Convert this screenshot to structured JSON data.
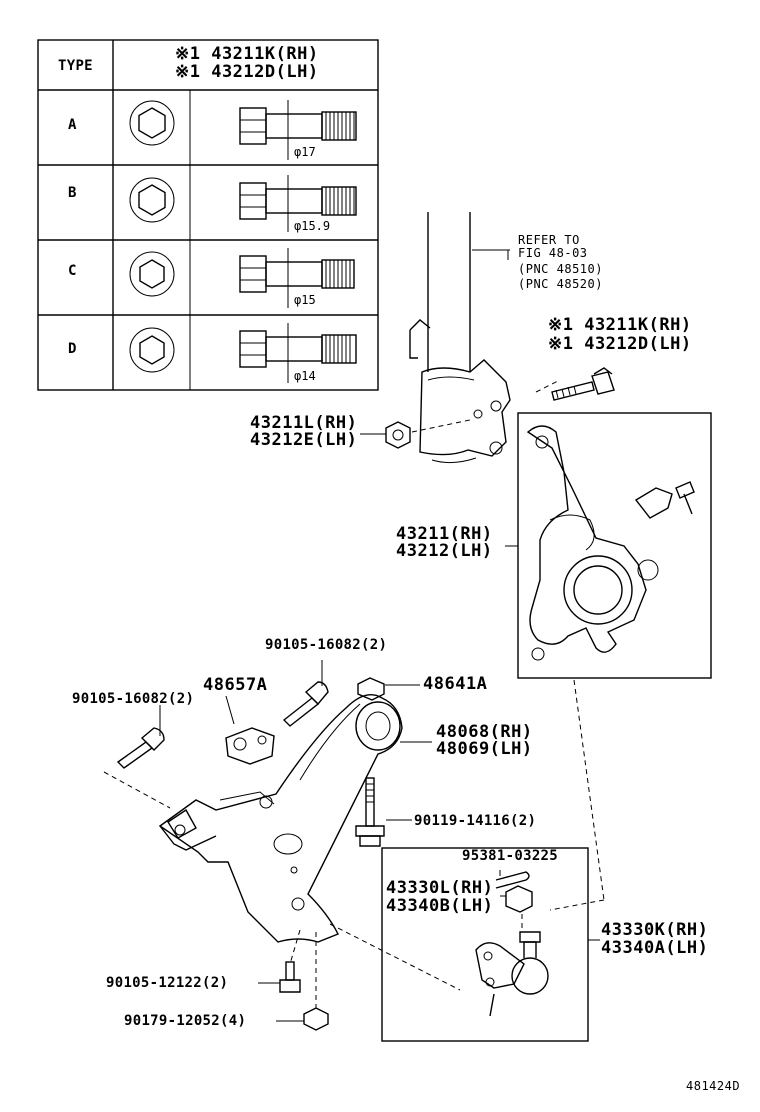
{
  "table": {
    "type_header": "TYPE",
    "header_line1": "※1 43211K(RH)",
    "header_line2": "※1 43212D(LH)",
    "rows": [
      {
        "type": "A",
        "diameter": "φ17"
      },
      {
        "type": "B",
        "diameter": "φ15.9"
      },
      {
        "type": "C",
        "diameter": "φ15"
      },
      {
        "type": "D",
        "diameter": "φ14"
      }
    ]
  },
  "refer": {
    "line1": "REFER TO",
    "line2": "FIG 48-03",
    "line3": "(PNC 48510)",
    "line4": "(PNC 48520)"
  },
  "labels": {
    "bolt_rh": "※1 43211K(RH)",
    "bolt_lh": "※1 43212D(LH)",
    "nut_rh": "43211L(RH)",
    "nut_lh": "43212E(LH)",
    "knuckle_rh": "43211(RH)",
    "knuckle_lh": "43212(LH)",
    "bolt_90105_top": "90105-16082(2)",
    "bracket": "48657A",
    "nut_48641": "48641A",
    "bolt_90105_left": "90105-16082(2)",
    "arm_rh": "48068(RH)",
    "arm_lh": "48069(LH)",
    "bolt_90119": "90119-14116(2)",
    "pin_95381": "95381-03225",
    "bj_nut_rh": "43330L(RH)",
    "bj_nut_lh": "43340B(LH)",
    "bj_rh": "43330K(RH)",
    "bj_lh": "43340A(LH)",
    "bolt_90105_12122": "90105-12122(2)",
    "nut_90179": "90179-12052(4)",
    "figure_id": "481424D"
  }
}
